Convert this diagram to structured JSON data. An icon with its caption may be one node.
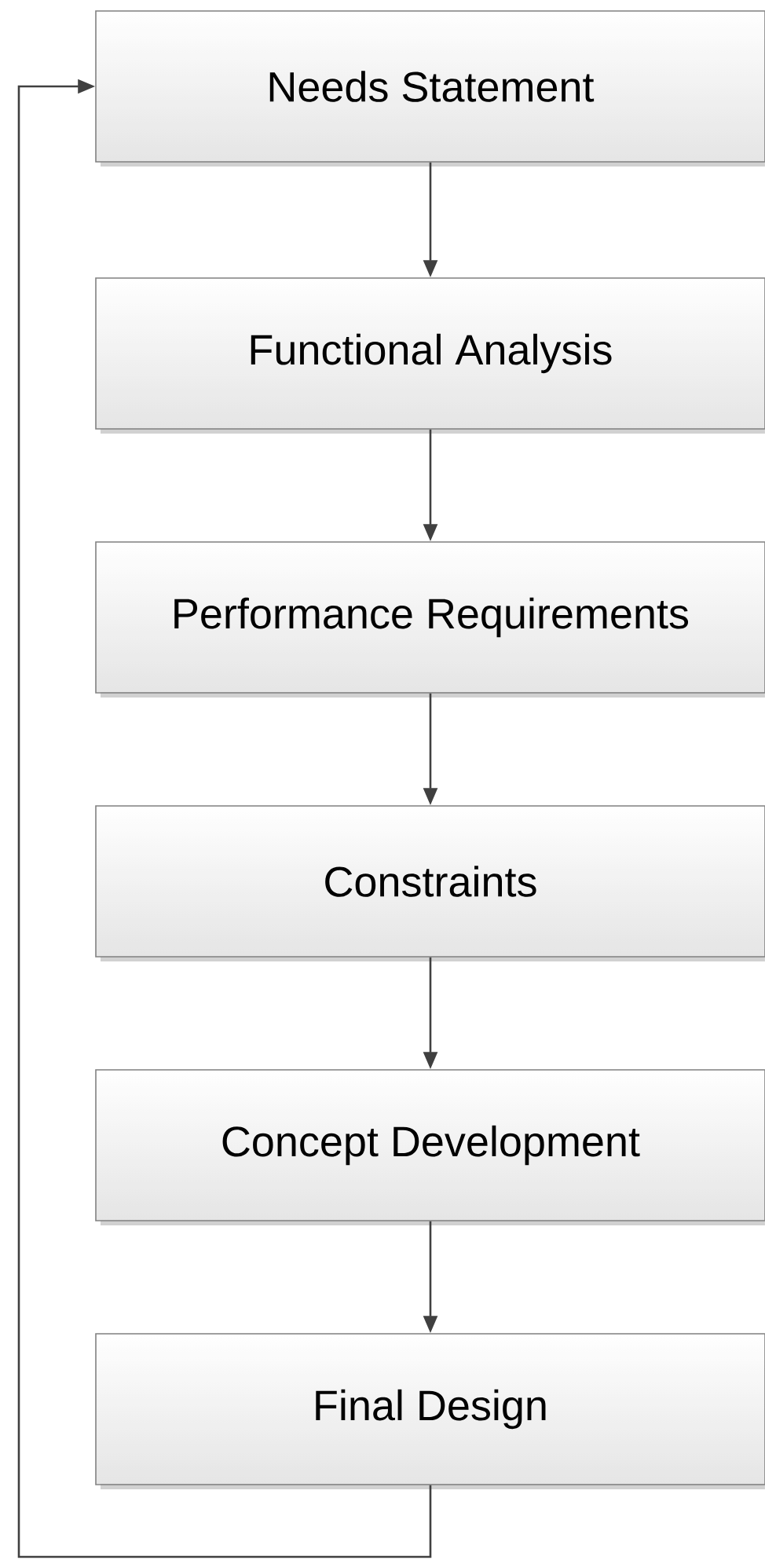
{
  "diagram": {
    "nodes": [
      {
        "text": [
          "Needs Statement"
        ]
      },
      {
        "text": [
          "Functional Analysis"
        ]
      },
      {
        "text": [
          "Performance Requirements"
        ]
      },
      {
        "text": [
          "Constraints"
        ]
      },
      {
        "text": [
          "Concept Development"
        ]
      },
      {
        "text": [
          "Final Design"
        ]
      }
    ],
    "edges": [
      {
        "from": 0,
        "to": 1,
        "arrow": "to"
      },
      {
        "from": 1,
        "to": 2,
        "arrow": "to"
      },
      {
        "from": 2,
        "to": 3,
        "arrow": "to"
      },
      {
        "from": 3,
        "to": 4,
        "arrow": "to"
      },
      {
        "from": 4,
        "to": 5,
        "arrow": "to"
      },
      {
        "from": 5,
        "to": 0,
        "arrow": "to"
      }
    ]
  }
}
